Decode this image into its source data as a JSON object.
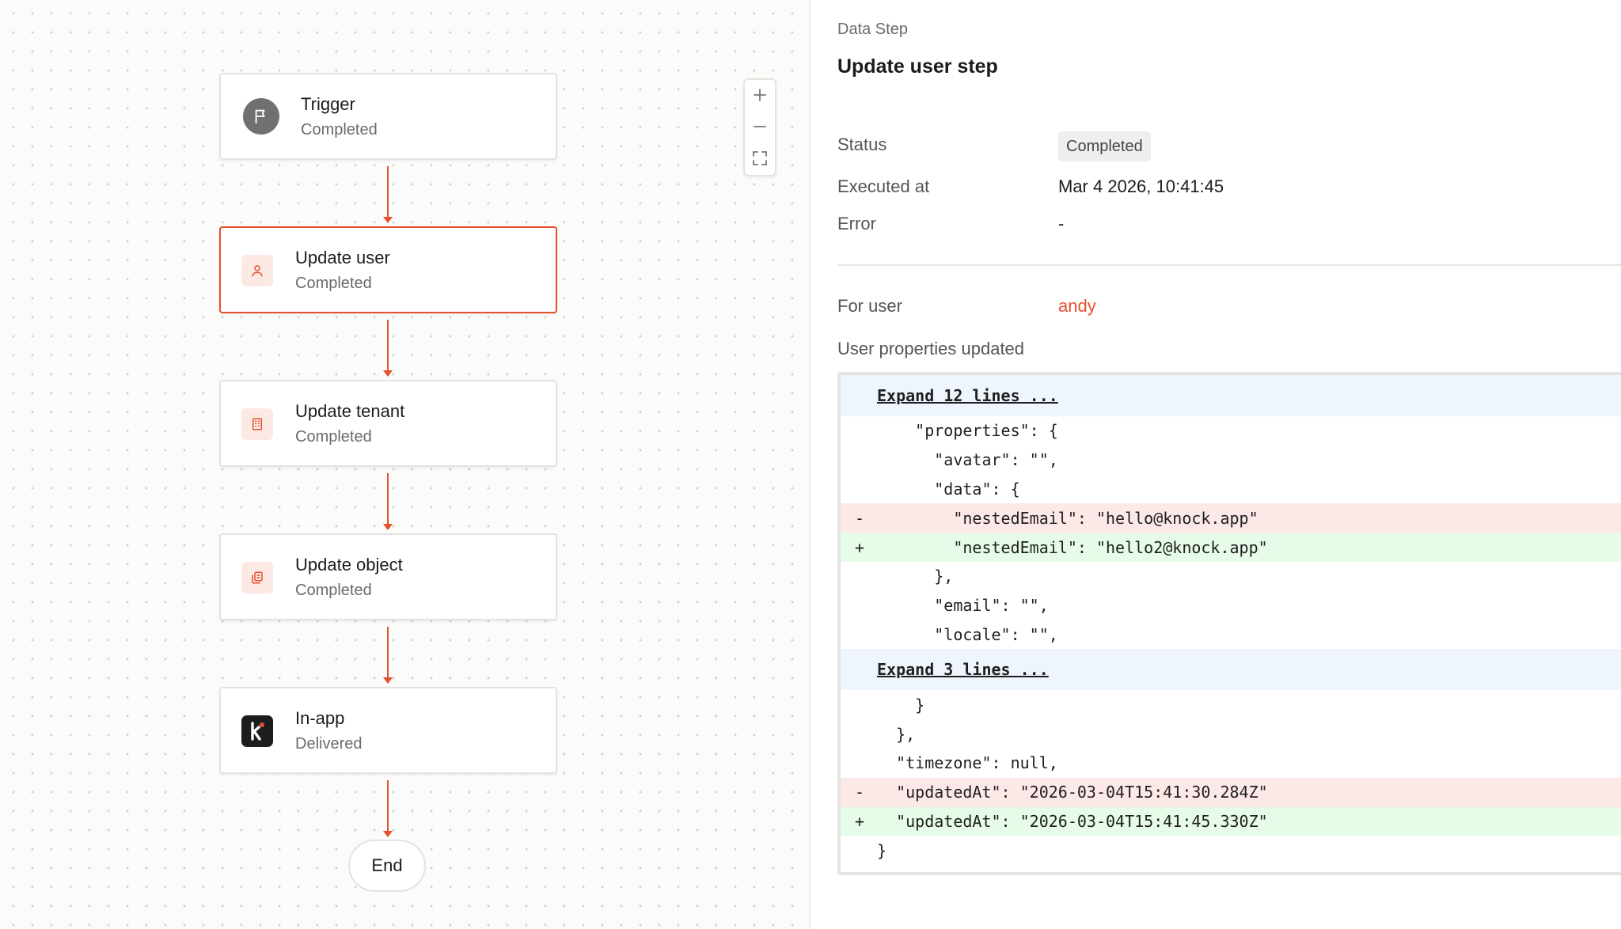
{
  "workflow": {
    "nodes": [
      {
        "title": "Trigger",
        "status": "Completed",
        "icon": "flag-icon"
      },
      {
        "title": "Update user",
        "status": "Completed",
        "icon": "user-icon"
      },
      {
        "title": "Update tenant",
        "status": "Completed",
        "icon": "building-icon"
      },
      {
        "title": "Update object",
        "status": "Completed",
        "icon": "object-icon"
      },
      {
        "title": "In-app",
        "status": "Delivered",
        "icon": "knock-logo-icon"
      }
    ],
    "end_label": "End",
    "zoom_controls": {
      "zoom_in": "+",
      "zoom_out": "−",
      "fit": "fit-view-icon"
    }
  },
  "panel": {
    "eyebrow": "Data Step",
    "title": "Update user step",
    "status_label": "Status",
    "status_value": "Completed",
    "executed_label": "Executed at",
    "executed_value": "Mar 4 2026, 10:41:45",
    "error_label": "Error",
    "error_value": "-",
    "for_user_label": "For user",
    "for_user_value": "andy",
    "props_label": "User properties updated"
  },
  "diff": {
    "lines": [
      {
        "type": "expand",
        "sign": "",
        "text": "Expand 12 lines ..."
      },
      {
        "type": "ctx",
        "sign": "",
        "text": "    \"properties\": {"
      },
      {
        "type": "ctx",
        "sign": "",
        "text": "      \"avatar\": \"\","
      },
      {
        "type": "ctx",
        "sign": "",
        "text": "      \"data\": {"
      },
      {
        "type": "del",
        "sign": "-",
        "text": "        \"nestedEmail\": \"hello@knock.app\""
      },
      {
        "type": "add",
        "sign": "+",
        "text": "        \"nestedEmail\": \"hello2@knock.app\""
      },
      {
        "type": "ctx",
        "sign": "",
        "text": "      },"
      },
      {
        "type": "ctx",
        "sign": "",
        "text": "      \"email\": \"\","
      },
      {
        "type": "ctx",
        "sign": "",
        "text": "      \"locale\": \"\","
      },
      {
        "type": "expand",
        "sign": "",
        "text": "Expand 3 lines ..."
      },
      {
        "type": "ctx",
        "sign": "",
        "text": "    }"
      },
      {
        "type": "ctx",
        "sign": "",
        "text": "  },"
      },
      {
        "type": "ctx",
        "sign": "",
        "text": "  \"timezone\": null,"
      },
      {
        "type": "del",
        "sign": "-",
        "text": "  \"updatedAt\": \"2026-03-04T15:41:30.284Z\""
      },
      {
        "type": "add",
        "sign": "+",
        "text": "  \"updatedAt\": \"2026-03-04T15:41:45.330Z\""
      },
      {
        "type": "ctx",
        "sign": "",
        "text": "}"
      }
    ]
  },
  "colors": {
    "accent": "#e5502e",
    "added_bg": "#e6fbe8",
    "removed_bg": "#fde8e8",
    "expand_bg": "#eef5fd"
  }
}
